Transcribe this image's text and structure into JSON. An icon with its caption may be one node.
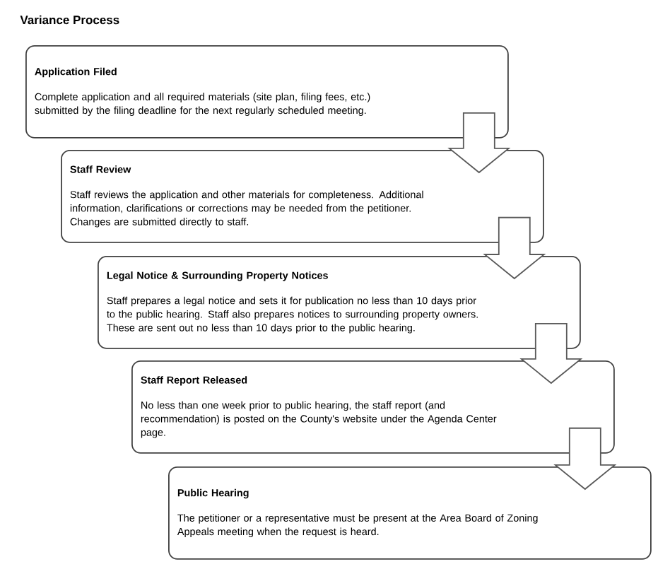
{
  "diagram": {
    "title": "Variance Process",
    "nodes": [
      {
        "text": [
          "Application Filed",
          "Complete application and all required materials (site plan, filing fees, etc.) submitted by the filing deadline for the next regularly scheduled meeting."
        ]
      },
      {
        "text": [
          "Staff Review",
          "Staff reviews the application and other materials for completeness. Additional information, clarifications or corrections may be needed from the petitioner. Changes are submitted directly to staff."
        ]
      },
      {
        "text": [
          "Legal Notice & Surrounding Property Notices",
          "Staff prepares a legal notice and sets it for publication no less than 10 days prior to the public hearing. Staff also prepares notices to surrounding property owners. These are sent out no less than 10 days prior to the public hearing."
        ]
      },
      {
        "text": [
          "Staff Report Released",
          "No less than one week prior to public hearing, the staff report (and recommendation) is posted on the County's website under the Agenda Center page."
        ]
      },
      {
        "text": [
          "Public Hearing",
          "The petitioner or a representative must be present at the Area Board of Zoning Appeals meeting when the request is heard."
        ]
      }
    ],
    "edges": [
      {
        "from": 0,
        "to": 1,
        "arrow": "to"
      },
      {
        "from": 1,
        "to": 2,
        "arrow": "to"
      },
      {
        "from": 2,
        "to": 3,
        "arrow": "to"
      },
      {
        "from": 3,
        "to": 4,
        "arrow": "to"
      }
    ]
  }
}
